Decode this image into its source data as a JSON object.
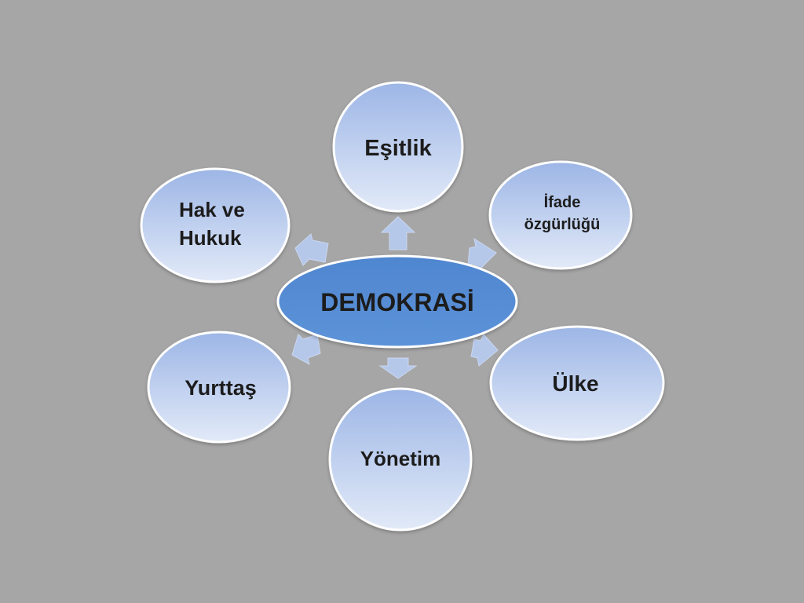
{
  "diagram": {
    "center": {
      "label": "DEMOKRASİ"
    },
    "nodes": {
      "esitlik": {
        "label": "Eşitlik"
      },
      "ifade_line1": "İfade",
      "ifade_line2": "özgürlüğü",
      "ulke": {
        "label": "Ülke"
      },
      "yonetim": {
        "label": "Yönetim"
      },
      "yurttas": {
        "label": "Yurttaş"
      },
      "hak_line1": "Hak ve",
      "hak_line2": "Hukuk"
    }
  },
  "colors": {
    "background": "#a6a6a6",
    "center_fill": "#5b8fd4",
    "center_stroke": "#ffffff",
    "node_fill_top": "#9fb7e6",
    "node_fill_bottom": "#dfe8f7",
    "node_stroke": "#ffffff",
    "arrow_fill": "#b3c6e9"
  }
}
